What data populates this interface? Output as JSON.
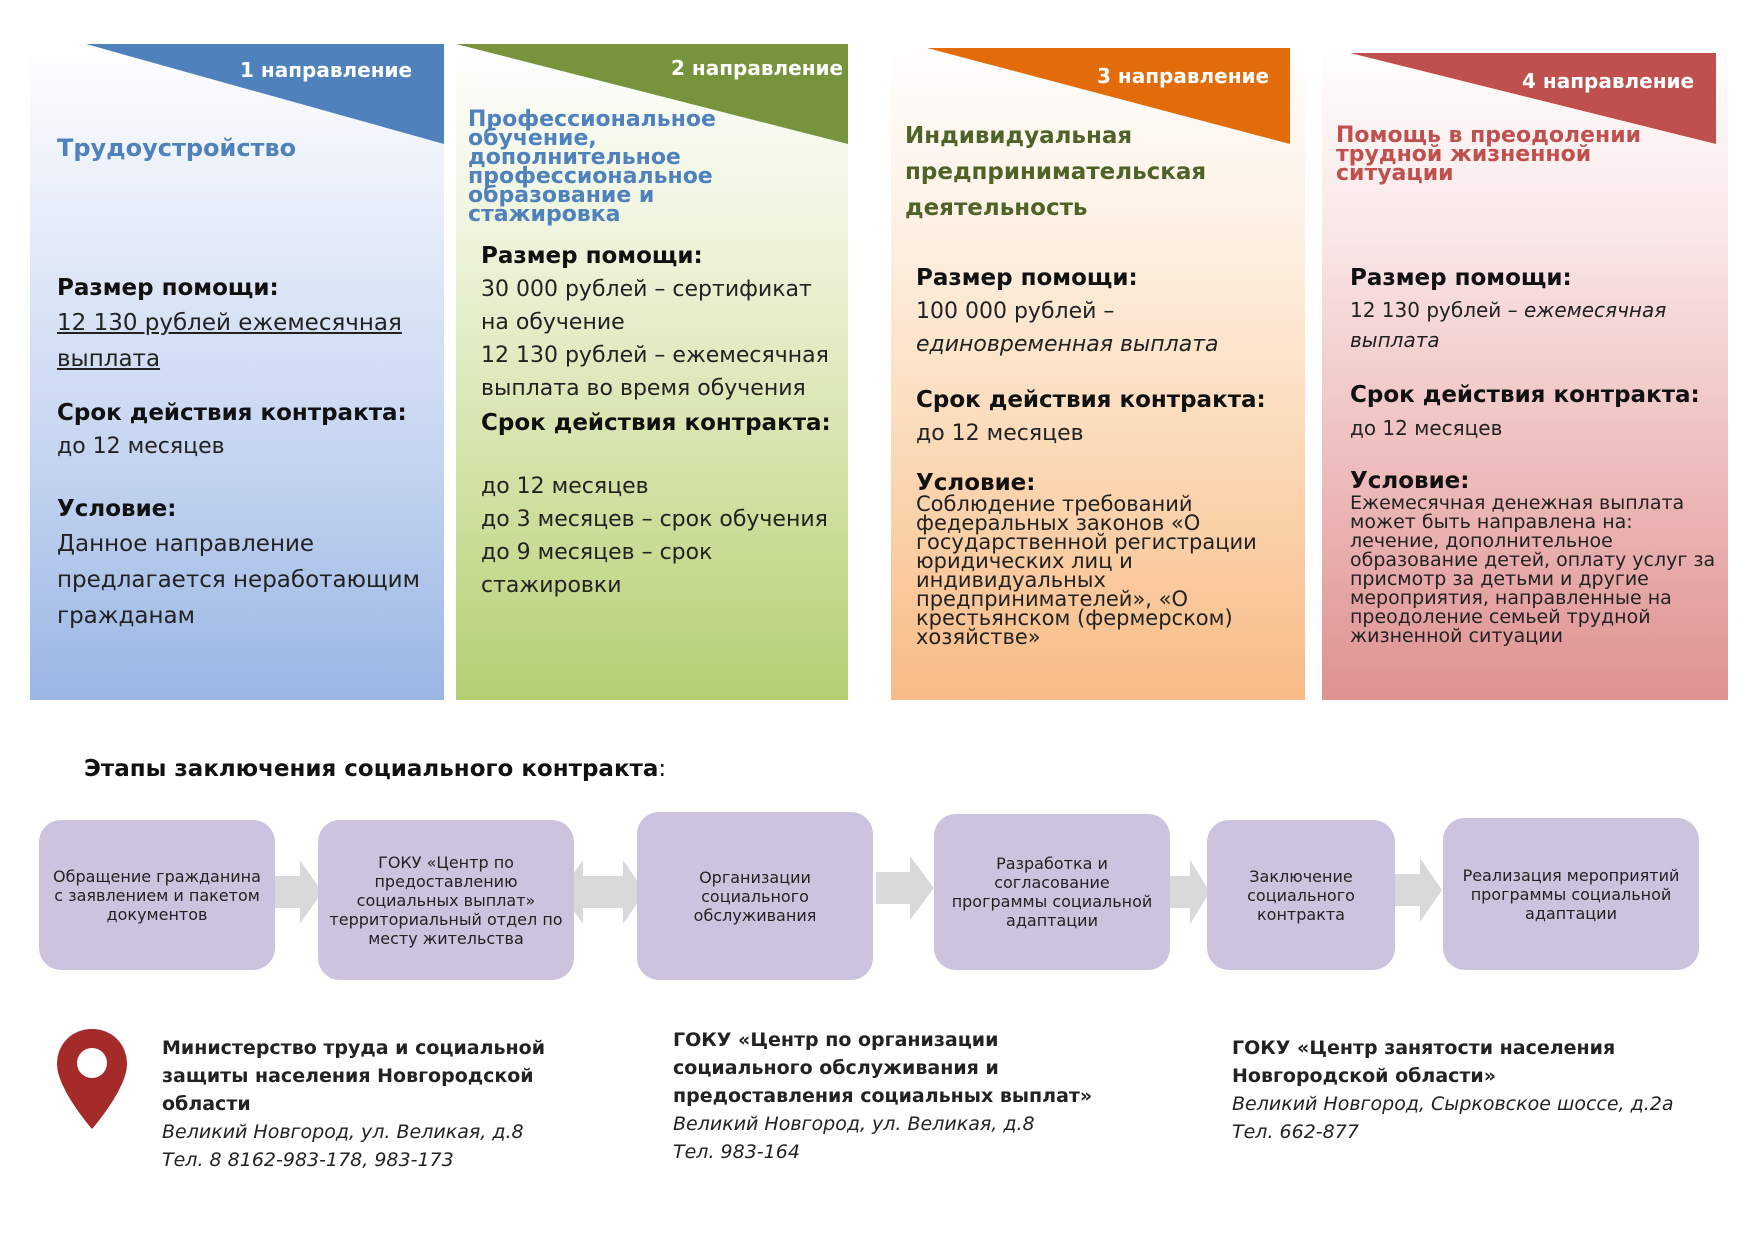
{
  "cards": [
    {
      "direction": "1 направление",
      "color": "#4f81bd",
      "title": "Трудоустройство",
      "help_label": "Размер помощи:",
      "help_value": " 12 130 рублей ежемесячная выплата",
      "term_label": "Срок действия контракта:",
      "term_value": "до 12 месяцев",
      "cond_label": "Условие:",
      "cond_value": "Данное направление предлагается  неработающим гражданам"
    },
    {
      "direction": "2 направление",
      "color": "#77933c",
      "title": "Профессиональное обучение, дополнительное профессиональное образование и стажировка",
      "help_label": "Размер помощи:",
      "help_value_1": " 30 000 рублей – сертификат на обучение",
      "help_value_2": "12 130 рублей – ежемесячная выплата во время обучения",
      "term_label": "Срок действия контракта:",
      "term_1": "до 12 месяцев",
      "term_2": "до 3 месяцев – срок обучения",
      "term_3": "до 9 месяцев – срок стажировки"
    },
    {
      "direction": "3 направление",
      "color": "#e36c0a",
      "title": "Индивидуальная предпринимательская деятельность",
      "help_label": "Размер помощи:",
      "help_value_a": " 100 000 рублей –",
      "help_value_b": "единовременная выплата",
      "term_label": "Срок действия контракта:",
      "term_value": "до 12 месяцев",
      "cond_label": "Условие:",
      "cond_value": "Соблюдение требований федеральных законов «О государственной регистрации юридических лиц и индивидуальных предпринимателей», «О крестьянском (фермерском) хозяйстве»"
    },
    {
      "direction": "4  направление",
      "color": "#c0504d",
      "title": "Помощь в преодолении трудной жизненной ситуации",
      "help_label": "Размер помощи:",
      "help_value_a": " 12 130 рублей – ",
      "help_value_b": "ежемесячная выплата",
      "term_label": "Срок действия контракта:",
      "term_value": "до 12 месяцев",
      "cond_label": "Условие:",
      "cond_value": "Ежемесячная денежная выплата может быть направлена на: лечение, дополнительное образование детей, оплату услуг за присмотр за детьми и другие мероприятия, направленные на преодоление семьей трудной жизненной ситуации"
    }
  ],
  "stages": {
    "title": "Этапы заключения социального контракта",
    "title_suffix": ":",
    "steps": [
      "Обращение гражданина  с заявлением и пакетом документов",
      "ГОКУ «Центр по предоставлению социальных выплат» территориальный отдел по месту жительства",
      "Организации социального обслуживания",
      "Разработка и согласование программы социальной адаптации",
      "Заключение социального контракта",
      "Реализация мероприятий программы социальной адаптации"
    ],
    "box_color": "#ccc4de",
    "arrow_color": "#d9d9d9"
  },
  "organizations": [
    {
      "name": "Министерство труда и социальной защиты населения Новгородской области",
      "address": "Великий Новгород, ул. Великая, д.8",
      "phone": "Тел. 8 8162-983-178, 983-173"
    },
    {
      "name": "ГОКУ «Центр по организации социального обслуживания и предоставления социальных выплат»",
      "address": "Великий Новгород, ул. Великая, д.8",
      "phone": "Тел. 983-164"
    },
    {
      "name": "ГОКУ «Центр занятости населения Новгородской области»",
      "address": "Великий Новгород, Сырковское шоссе, д.2а",
      "phone": "Тел. 662-877"
    }
  ],
  "icons": {
    "location": "map-pin-icon",
    "location_color": "#a52a2a"
  }
}
